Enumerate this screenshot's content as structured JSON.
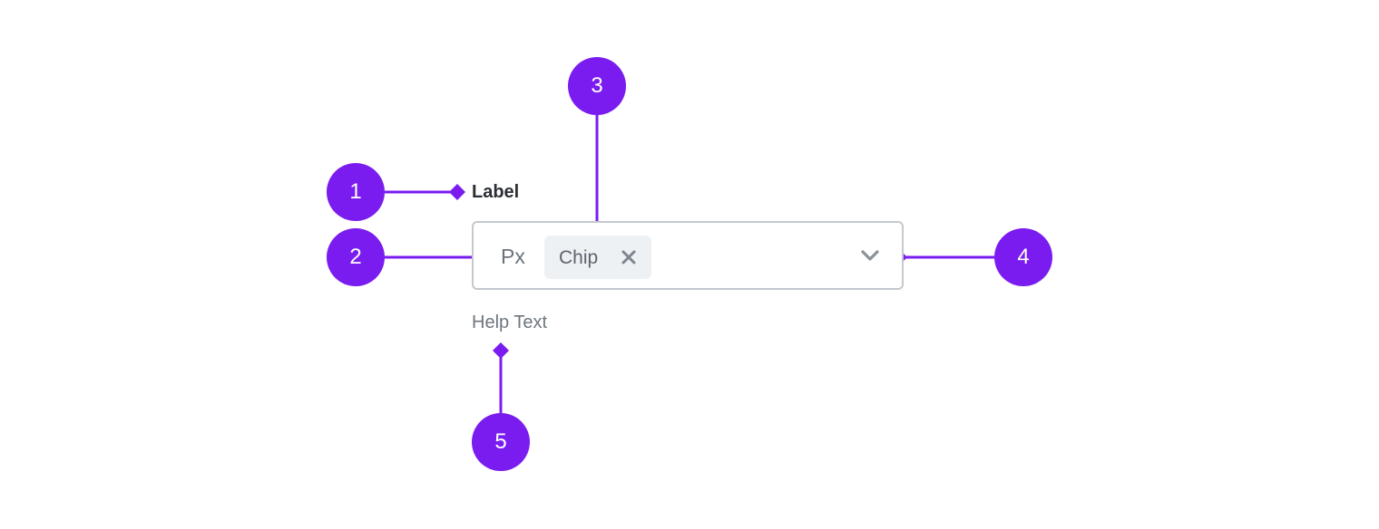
{
  "component": {
    "label": "Label",
    "prefix": "Px",
    "chip_label": "Chip",
    "help_text": "Help Text"
  },
  "callouts": [
    {
      "number": "1",
      "target": "label"
    },
    {
      "number": "2",
      "target": "prefix"
    },
    {
      "number": "3",
      "target": "chip"
    },
    {
      "number": "4",
      "target": "dropdown-chevron"
    },
    {
      "number": "5",
      "target": "help-text"
    }
  ],
  "icons": {
    "chip_close": "close-icon",
    "dropdown": "chevron-down-icon"
  },
  "colors": {
    "accent": "#7a1cf0",
    "border": "#c3c9cf",
    "chip_bg": "#eef1f4",
    "text_dark": "#2b2f33",
    "text_muted": "#6e767e"
  }
}
